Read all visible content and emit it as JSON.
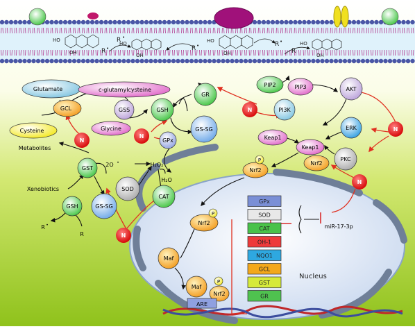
{
  "colors": {
    "membrane_head": "#4a56a6",
    "membrane_tail": "#b23a8e",
    "membrane_band": "#dff2fb",
    "bg_top": "#ffffff",
    "bg_bottom": "#8fc21b",
    "nucleus_fill": "#dde8f6",
    "nucleus_edge": "#8aa4c8",
    "n_node": "#e01010",
    "red_arrow": "#e03020",
    "inhibit": "#d92b2b"
  },
  "membrane_labels": {
    "r1": "R",
    "r2": "R",
    "r3": "R",
    "r4": "R",
    "r5": "R",
    "ho1": "HO",
    "ho2": "HO",
    "ho3": "HO",
    "ho4": "HO",
    "oh1": "OH",
    "oh2": "OH",
    "oh3": "OH",
    "oh4": "OH"
  },
  "nodes": {
    "glutamate": "Glutamate",
    "cysteine": "Cysteine",
    "gcl": "GCL",
    "glutamylcysteine": "c-glutamylcysteine",
    "gss": "GSS",
    "glycine": "Glycine",
    "gsh_top": "GSH",
    "gr_top": "GR",
    "gssg_top": "GS-SG",
    "gpx": "GPx",
    "metabolites": "Metabolites",
    "xenobiotics": "Xenobiotics",
    "gst": "GST",
    "sod": "SOD",
    "cat": "CAT",
    "gsh_low": "GSH",
    "gssg_low": "GS-SG",
    "r_star": "R",
    "r_plain": "R",
    "two_o2": "2O",
    "h2o2": "H₂O₂",
    "h2o": "H₂O",
    "pip2": "PIP2",
    "pip3": "PIP3",
    "pi3k": "PI3K",
    "akt": "AKT",
    "erk": "ERK",
    "pkc": "PKC",
    "keap1_free": "Keap1",
    "keap1_bound": "Keap1",
    "nrf2_bound": "Nrf2",
    "nrf2_cyto": "Nrf2",
    "nrf2_nuc": "Nrf2",
    "nrf2_are": "Nrf2",
    "maf_free": "Maf",
    "maf_are": "Maf",
    "are": "ARE",
    "p": "P",
    "mirna": "miR-17-3p",
    "nucleus": "Nucleus",
    "n": "N"
  },
  "gene_boxes": [
    {
      "label": "GPx",
      "color": "#7a8fd6"
    },
    {
      "label": "SOD",
      "color": "#e8e8e8"
    },
    {
      "label": "CAT",
      "color": "#49c24a"
    },
    {
      "label": "OH-1",
      "color": "#ee3a3a"
    },
    {
      "label": "NQO1",
      "color": "#2ea8e0"
    },
    {
      "label": "GCL",
      "color": "#f3a81b"
    },
    {
      "label": "GST",
      "color": "#d6ea3a"
    },
    {
      "label": "GR",
      "color": "#4fc24f"
    }
  ]
}
